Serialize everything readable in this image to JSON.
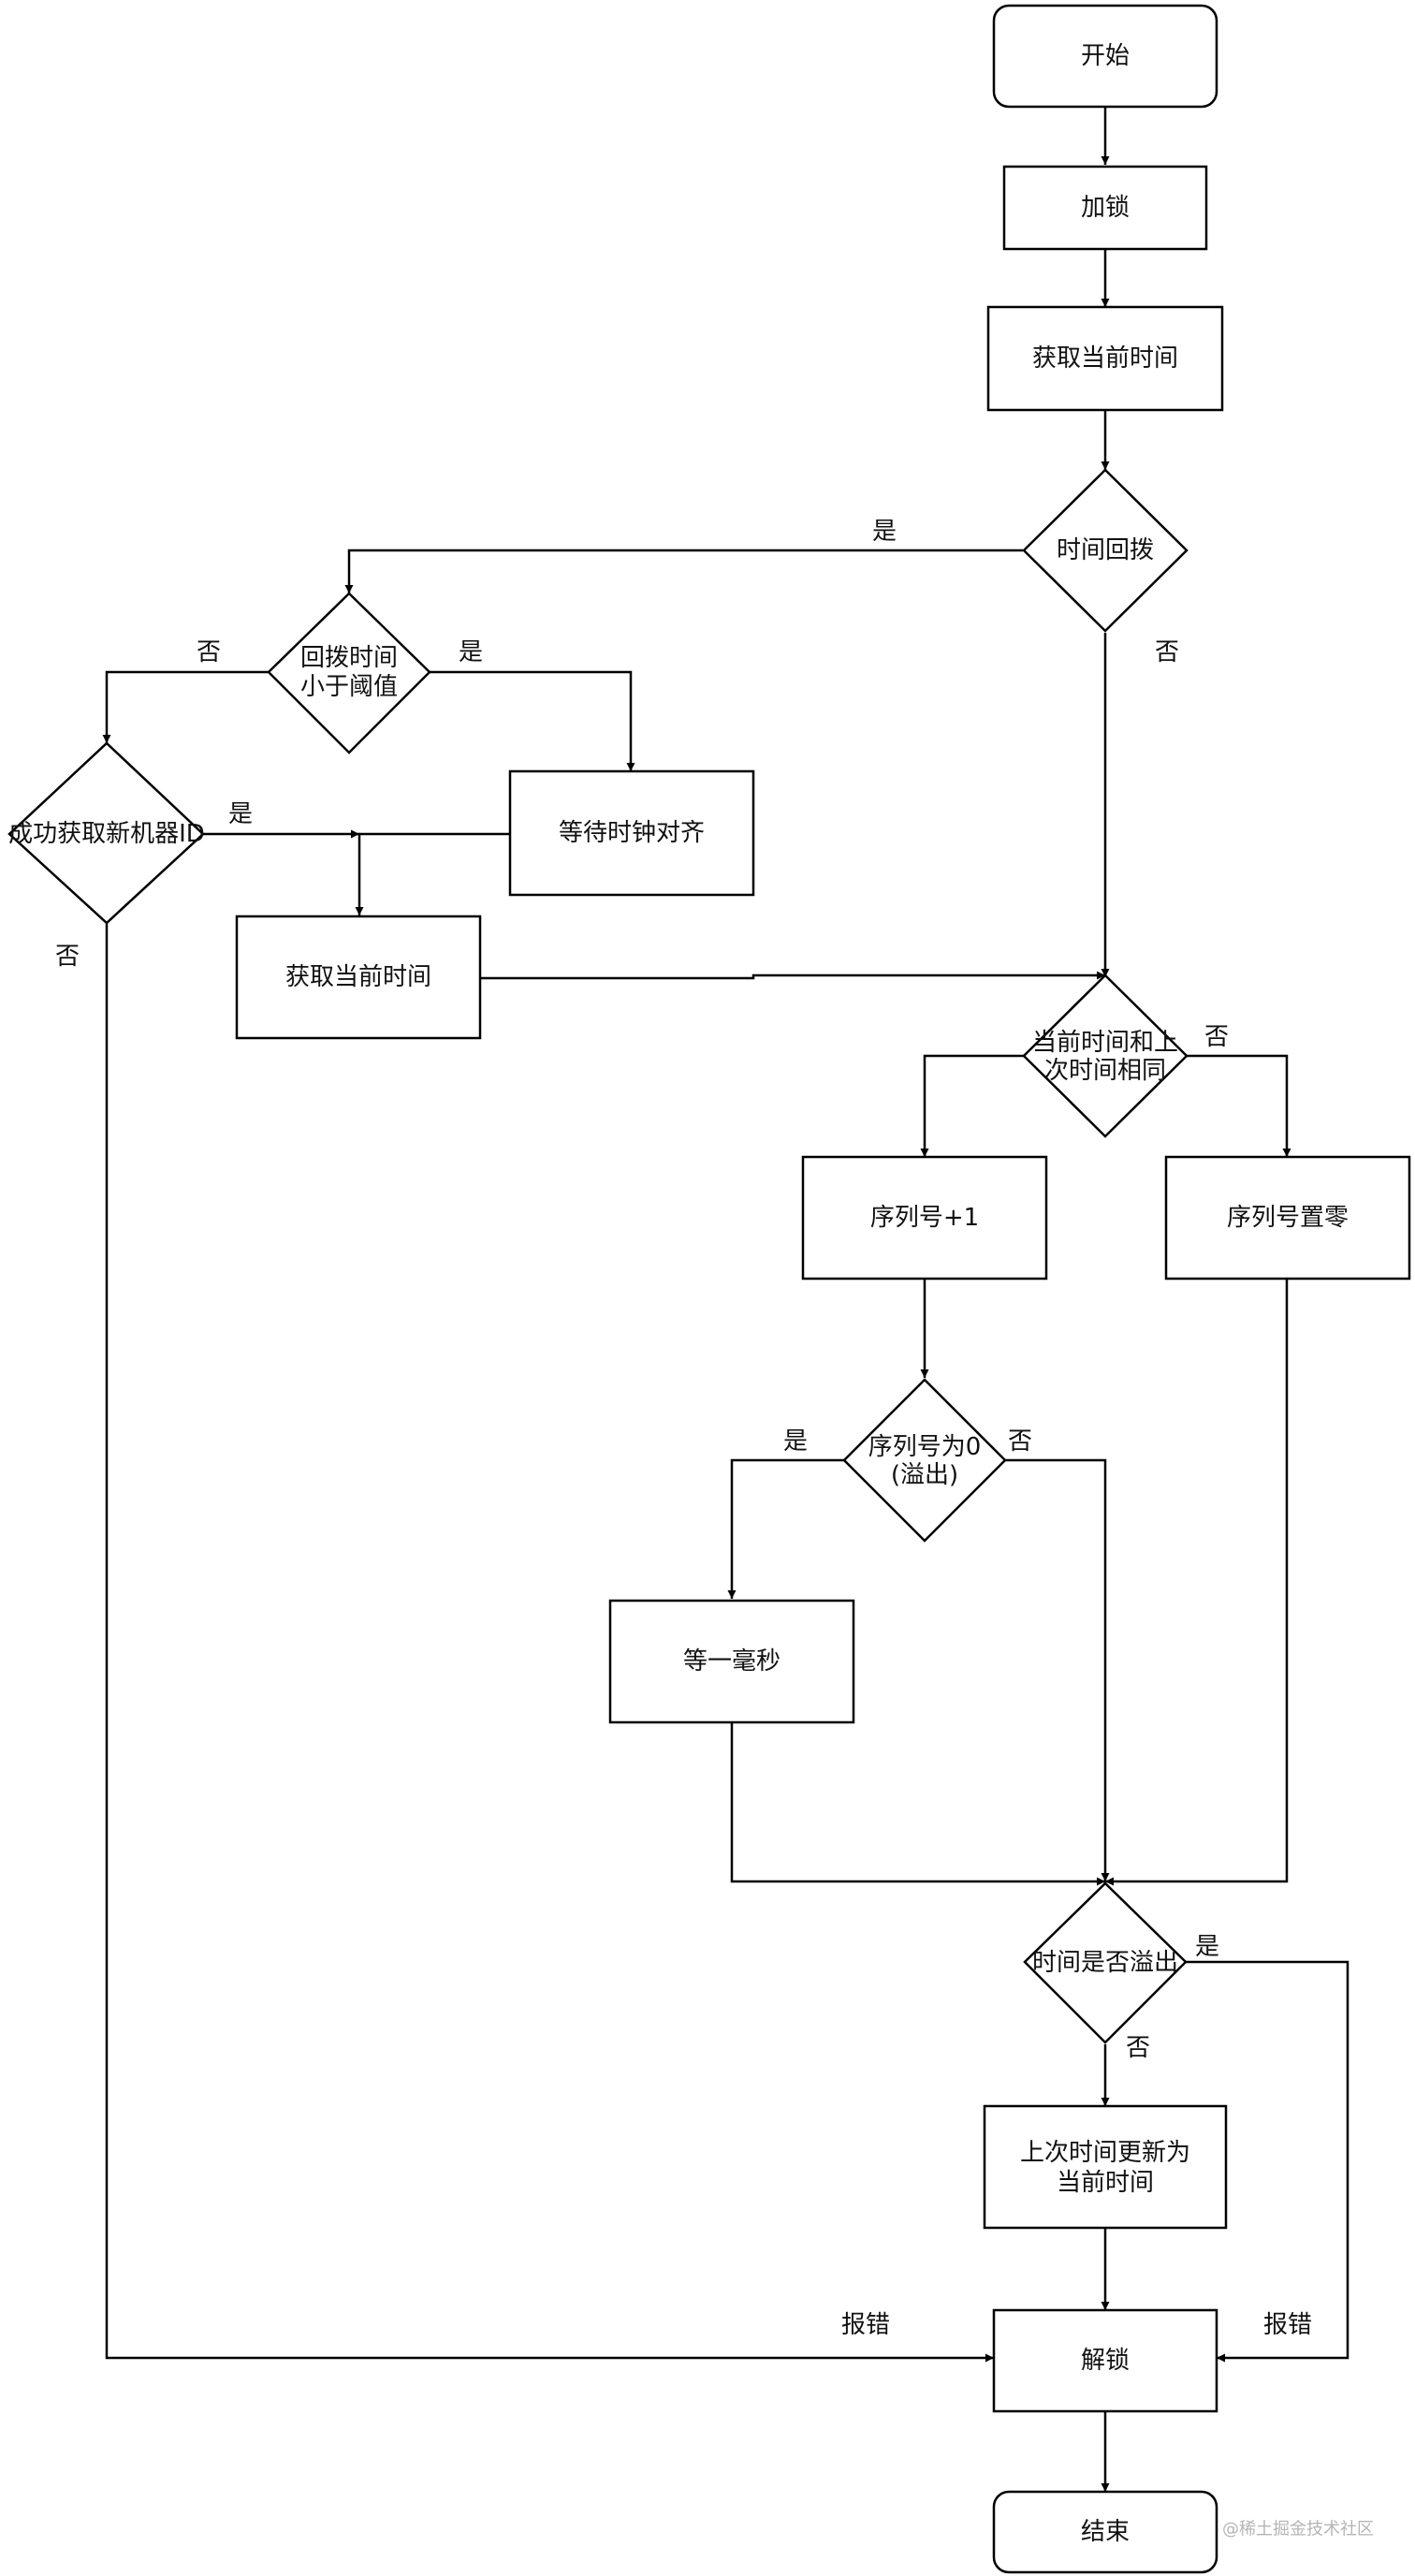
{
  "nodes": {
    "start": "开始",
    "lock": "加锁",
    "get_time_1": "获取当前时间",
    "clock_rollback": "时间回拨",
    "rollback_below_threshold_line1": "回拨时间",
    "rollback_below_threshold_line2": "小于阈值",
    "wait_clock_align": "等待时钟对齐",
    "got_new_machine_id": "成功获取新机器ID",
    "get_time_2": "获取当前时间",
    "same_as_last_line1": "当前时间和上",
    "same_as_last_line2": "次时间相同",
    "seq_increment": "序列号+1",
    "seq_reset": "序列号置零",
    "seq_overflow_line1": "序列号为0",
    "seq_overflow_line2": "(溢出)",
    "wait_one_ms": "等一毫秒",
    "time_overflow": "时间是否溢出",
    "update_last_time_line1": "上次时间更新为",
    "update_last_time_line2": "当前时间",
    "unlock": "解锁",
    "end": "结束"
  },
  "edge_labels": {
    "rollback_yes": "是",
    "rollback_no": "否",
    "threshold_yes": "是",
    "threshold_no": "否",
    "machine_id_yes": "是",
    "machine_id_no": "否",
    "same_time_no": "否",
    "seq_overflow_yes": "是",
    "seq_overflow_no": "否",
    "time_overflow_yes": "是",
    "time_overflow_no": "否",
    "error_left": "报错",
    "error_right": "报错"
  },
  "watermark": "@稀土掘金技术社区"
}
